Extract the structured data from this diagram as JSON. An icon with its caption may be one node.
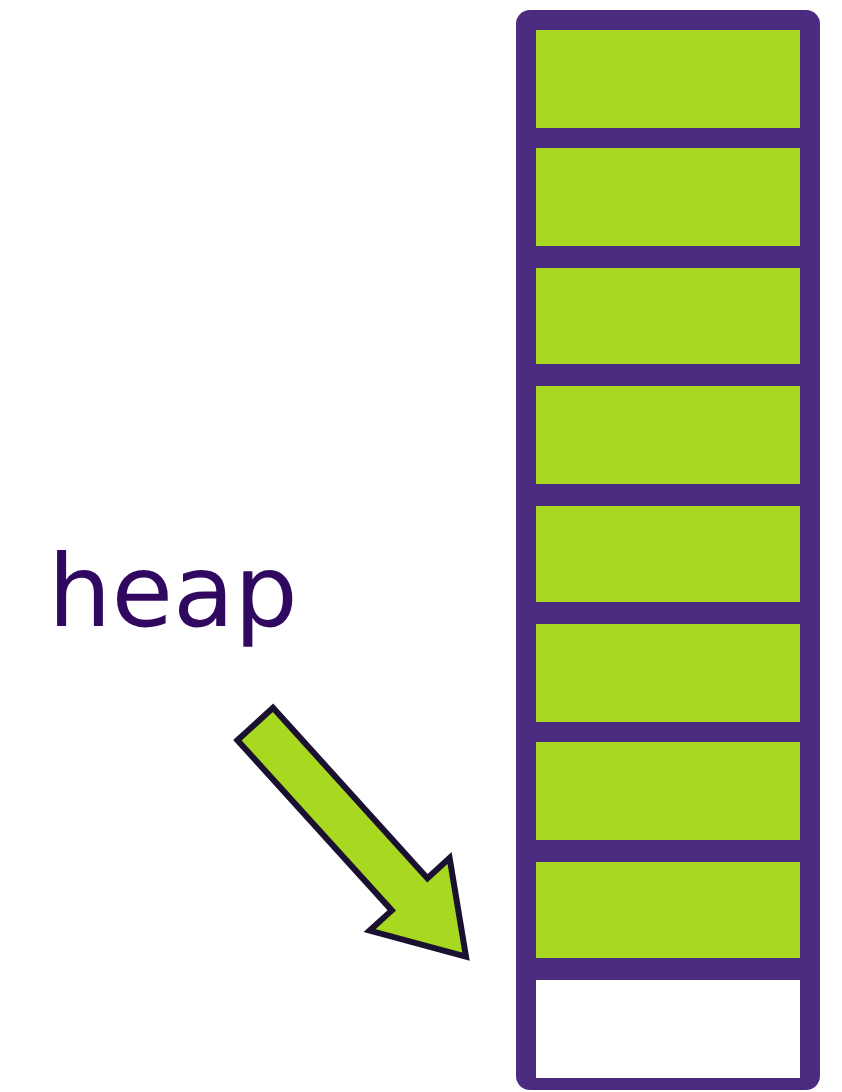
{
  "diagram": {
    "nodes": [
      {
        "text": [
          "heap"
        ]
      },
      {
        "text": [],
        "shape": "box"
      },
      {
        "text": [],
        "shape": "box",
        "in": 1
      },
      {
        "text": [],
        "shape": "box",
        "in": 1
      },
      {
        "text": [],
        "shape": "box",
        "in": 1
      },
      {
        "text": [],
        "shape": "box",
        "in": 1
      },
      {
        "text": [],
        "shape": "box",
        "in": 1
      },
      {
        "text": [],
        "shape": "box",
        "in": 1
      },
      {
        "text": [],
        "shape": "box",
        "in": 1
      },
      {
        "text": [],
        "shape": "box",
        "in": 1
      },
      {
        "text": [],
        "shape": "box",
        "in": 1
      }
    ],
    "edges": [
      {
        "from": 0,
        "to": 9,
        "arrow": "to"
      }
    ]
  }
}
